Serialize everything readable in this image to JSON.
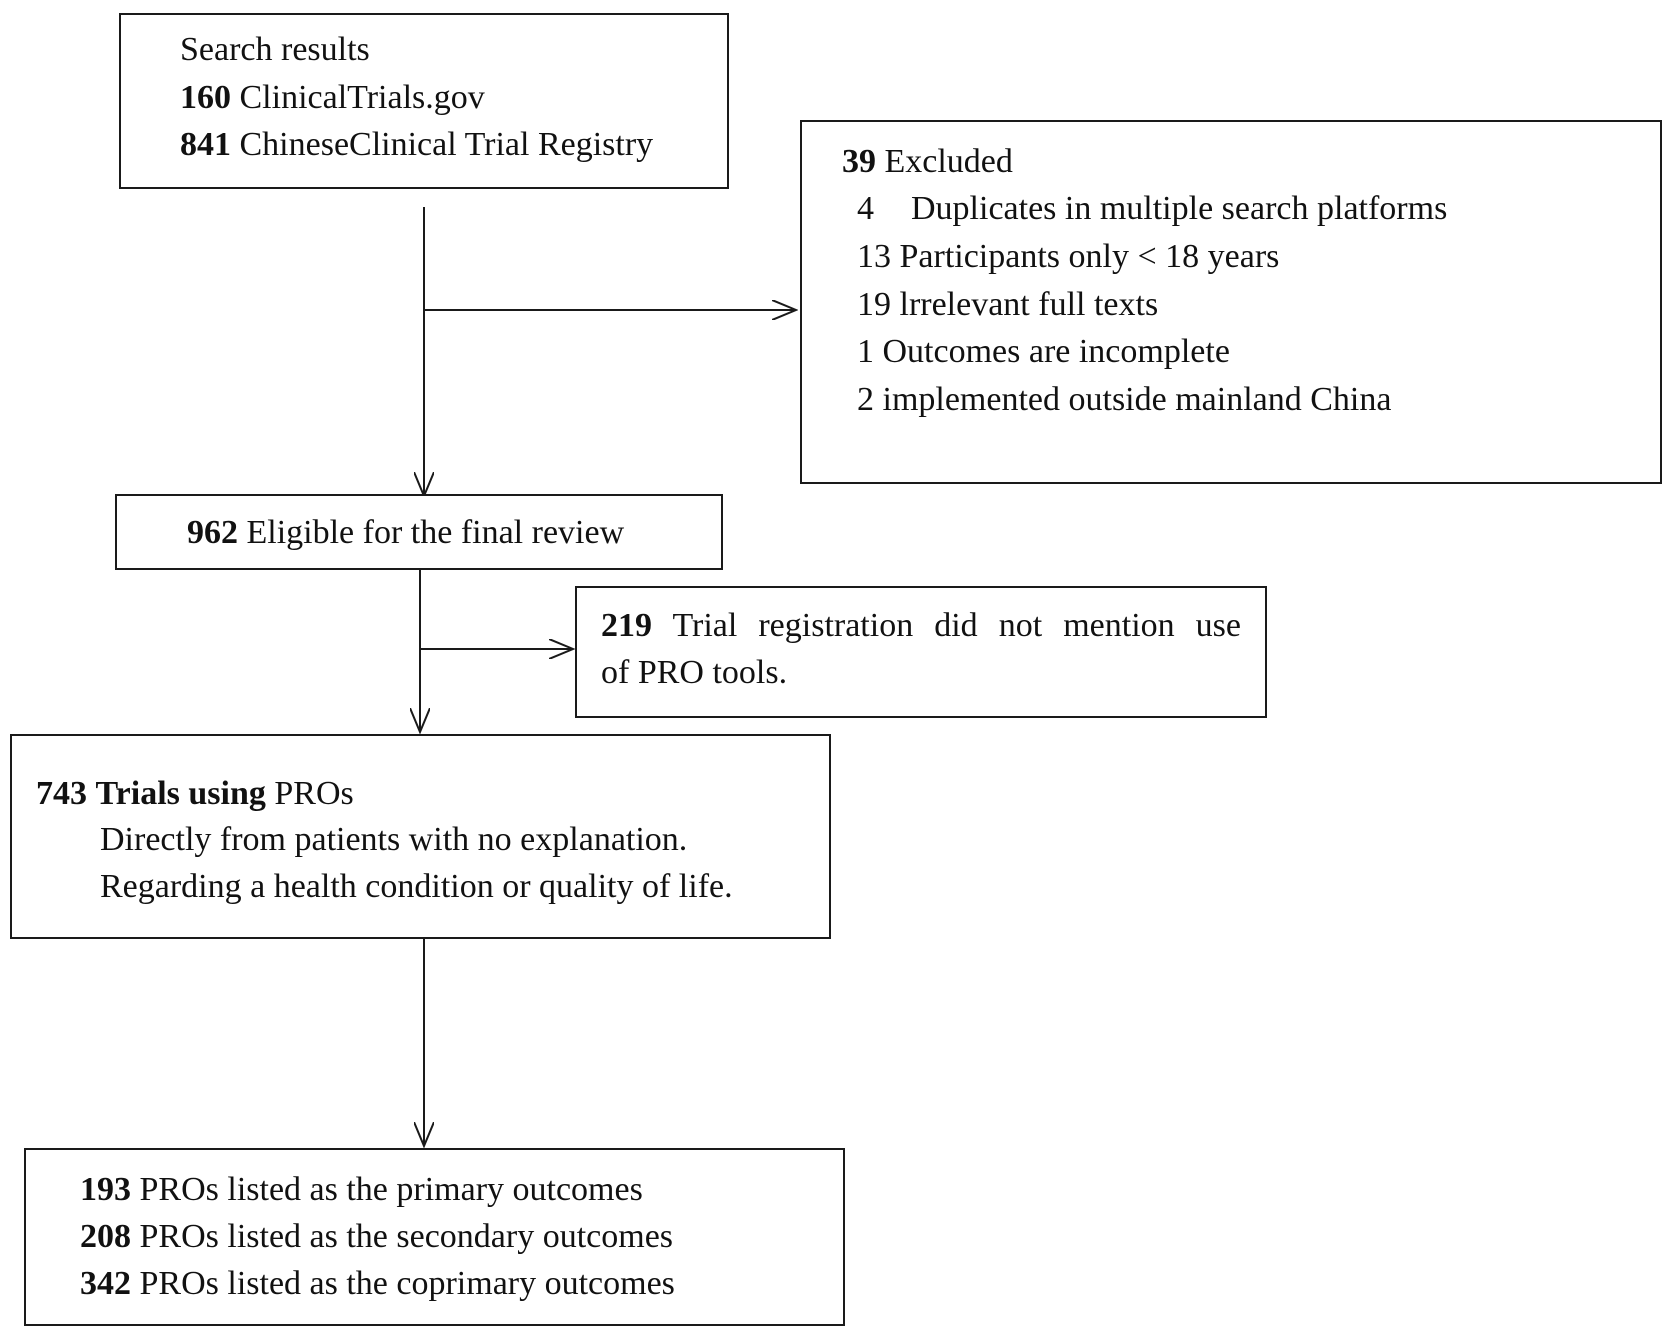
{
  "search_box": {
    "title": "Search results",
    "items": [
      {
        "count": "160",
        "label": "ClinicalTrials.gov"
      },
      {
        "count": "841",
        "label": "ChineseClinical Trial Registry"
      }
    ]
  },
  "excluded_box": {
    "count": "39",
    "label": "Excluded",
    "items": [
      {
        "count": "4",
        "label": "Duplicates in multiple search platforms"
      },
      {
        "count": "13",
        "label": "Participants only < 18 years"
      },
      {
        "count": "19",
        "label": "lrrelevant full texts"
      },
      {
        "count": "1",
        "label": "Outcomes are incomplete"
      },
      {
        "count": "2",
        "label": "implemented outside mainland China"
      }
    ]
  },
  "eligible_box": {
    "count": "962",
    "label": "Eligible for the final review"
  },
  "no_pro_box": {
    "count": "219",
    "label_line1": "Trial registration did not mention use",
    "label_line2": "of PRO tools."
  },
  "trials_box": {
    "count": "743",
    "bold_label": "Trials using",
    "label": "PROs",
    "lines": [
      "Directly from patients with no explanation.",
      "Regarding a health condition or quality of life."
    ]
  },
  "outcomes_box": {
    "items": [
      {
        "count": "193",
        "label": "PROs listed as the primary outcomes"
      },
      {
        "count": "208",
        "label": "PROs listed as the secondary outcomes"
      },
      {
        "count": "342",
        "label": "PROs listed as the coprimary outcomes"
      }
    ]
  }
}
